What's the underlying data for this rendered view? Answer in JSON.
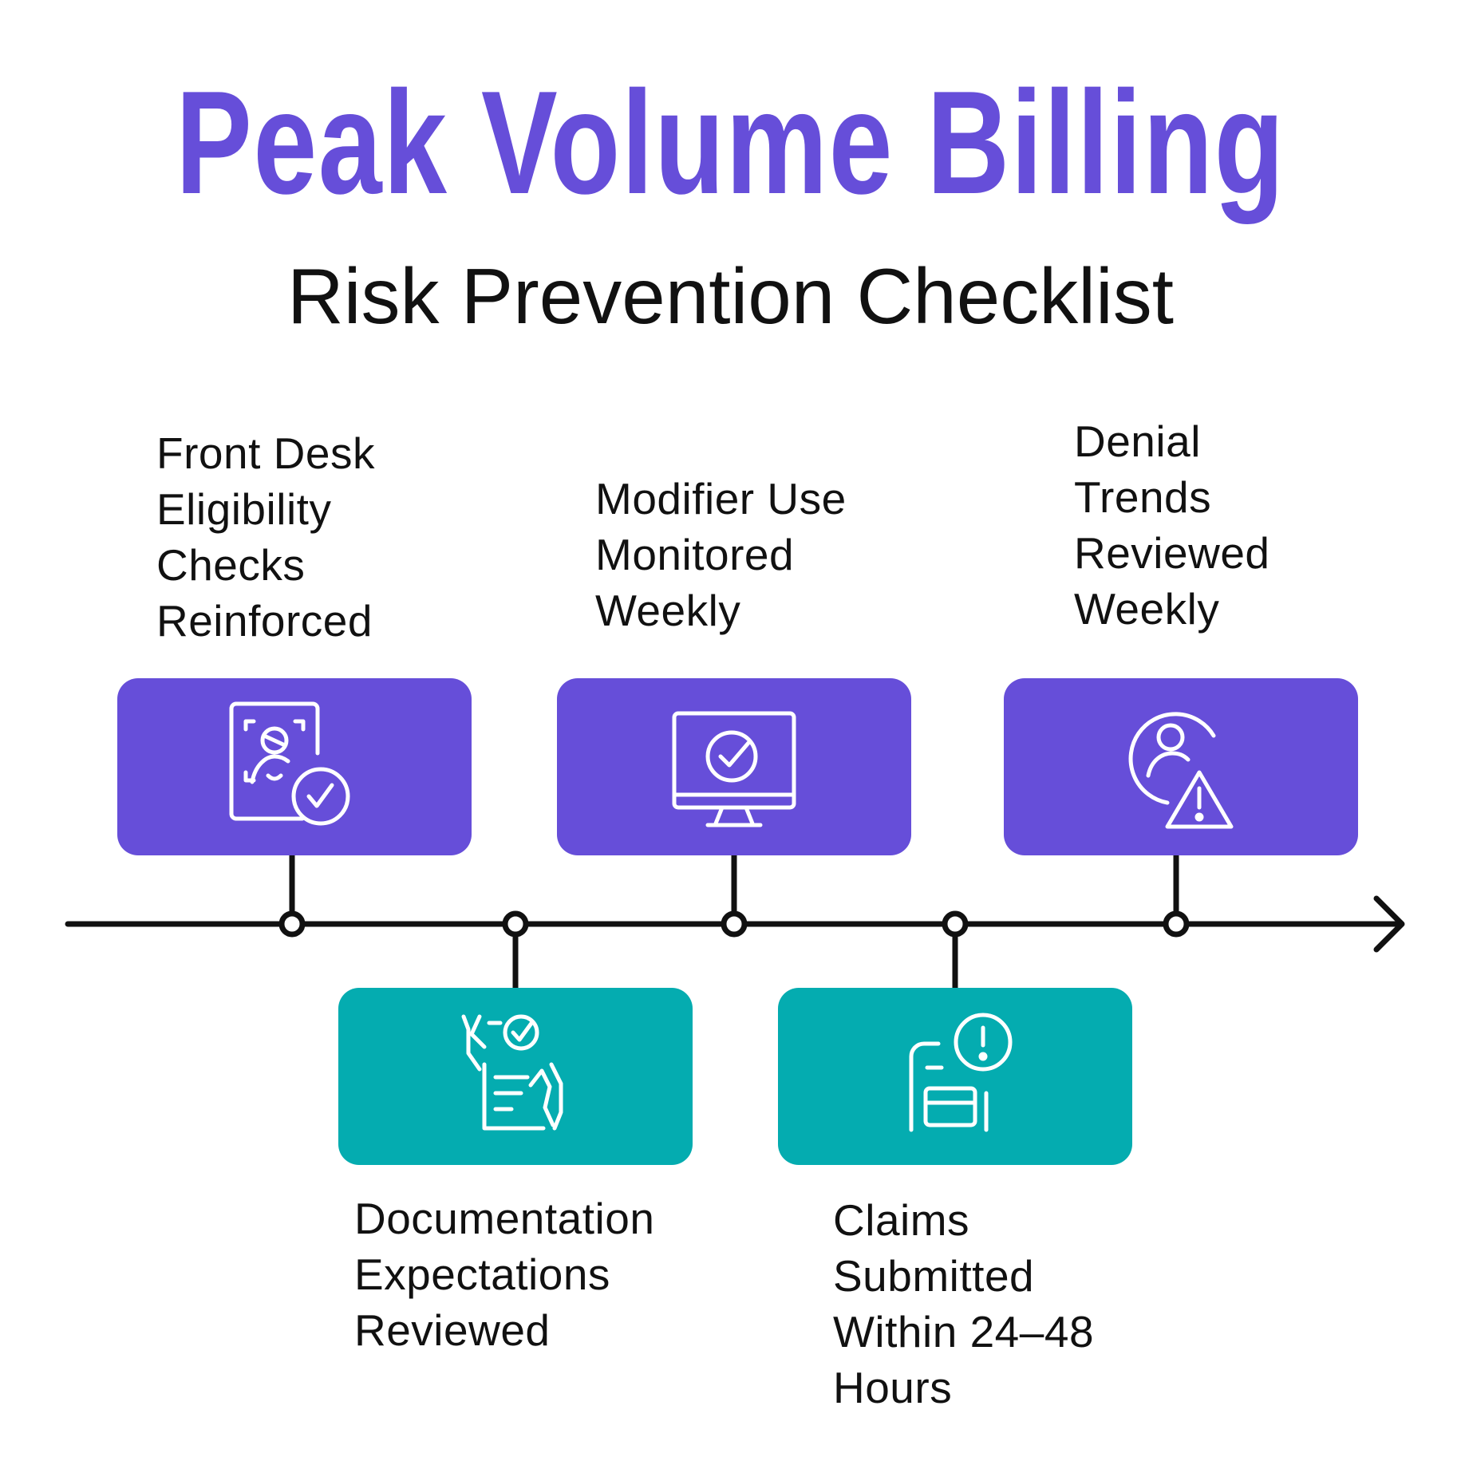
{
  "header": {
    "title": "Peak Volume Billing",
    "subtitle": "Risk Prevention Checklist"
  },
  "colors": {
    "purple": "#664ed9",
    "teal": "#04acb0",
    "text": "#111111",
    "icon_stroke": "#ffffff"
  },
  "steps": [
    {
      "position": "above",
      "color": "purple",
      "icon": "id-check-icon",
      "lines": [
        "Front Desk",
        "Eligibility",
        "Checks",
        "Reinforced"
      ]
    },
    {
      "position": "below",
      "color": "teal",
      "icon": "hand-document-check-icon",
      "lines": [
        "Documentation",
        "Expectations",
        "Reviewed"
      ]
    },
    {
      "position": "above",
      "color": "purple",
      "icon": "monitor-check-icon",
      "lines": [
        "Modifier Use",
        "Monitored",
        "Weekly"
      ]
    },
    {
      "position": "below",
      "color": "teal",
      "icon": "claim-alert-icon",
      "lines": [
        "Claims",
        "Submitted",
        "Within 24–48",
        "Hours"
      ]
    },
    {
      "position": "above",
      "color": "purple",
      "icon": "user-warning-icon",
      "lines": [
        "Denial",
        "Trends",
        "Reviewed",
        "Weekly"
      ]
    }
  ]
}
